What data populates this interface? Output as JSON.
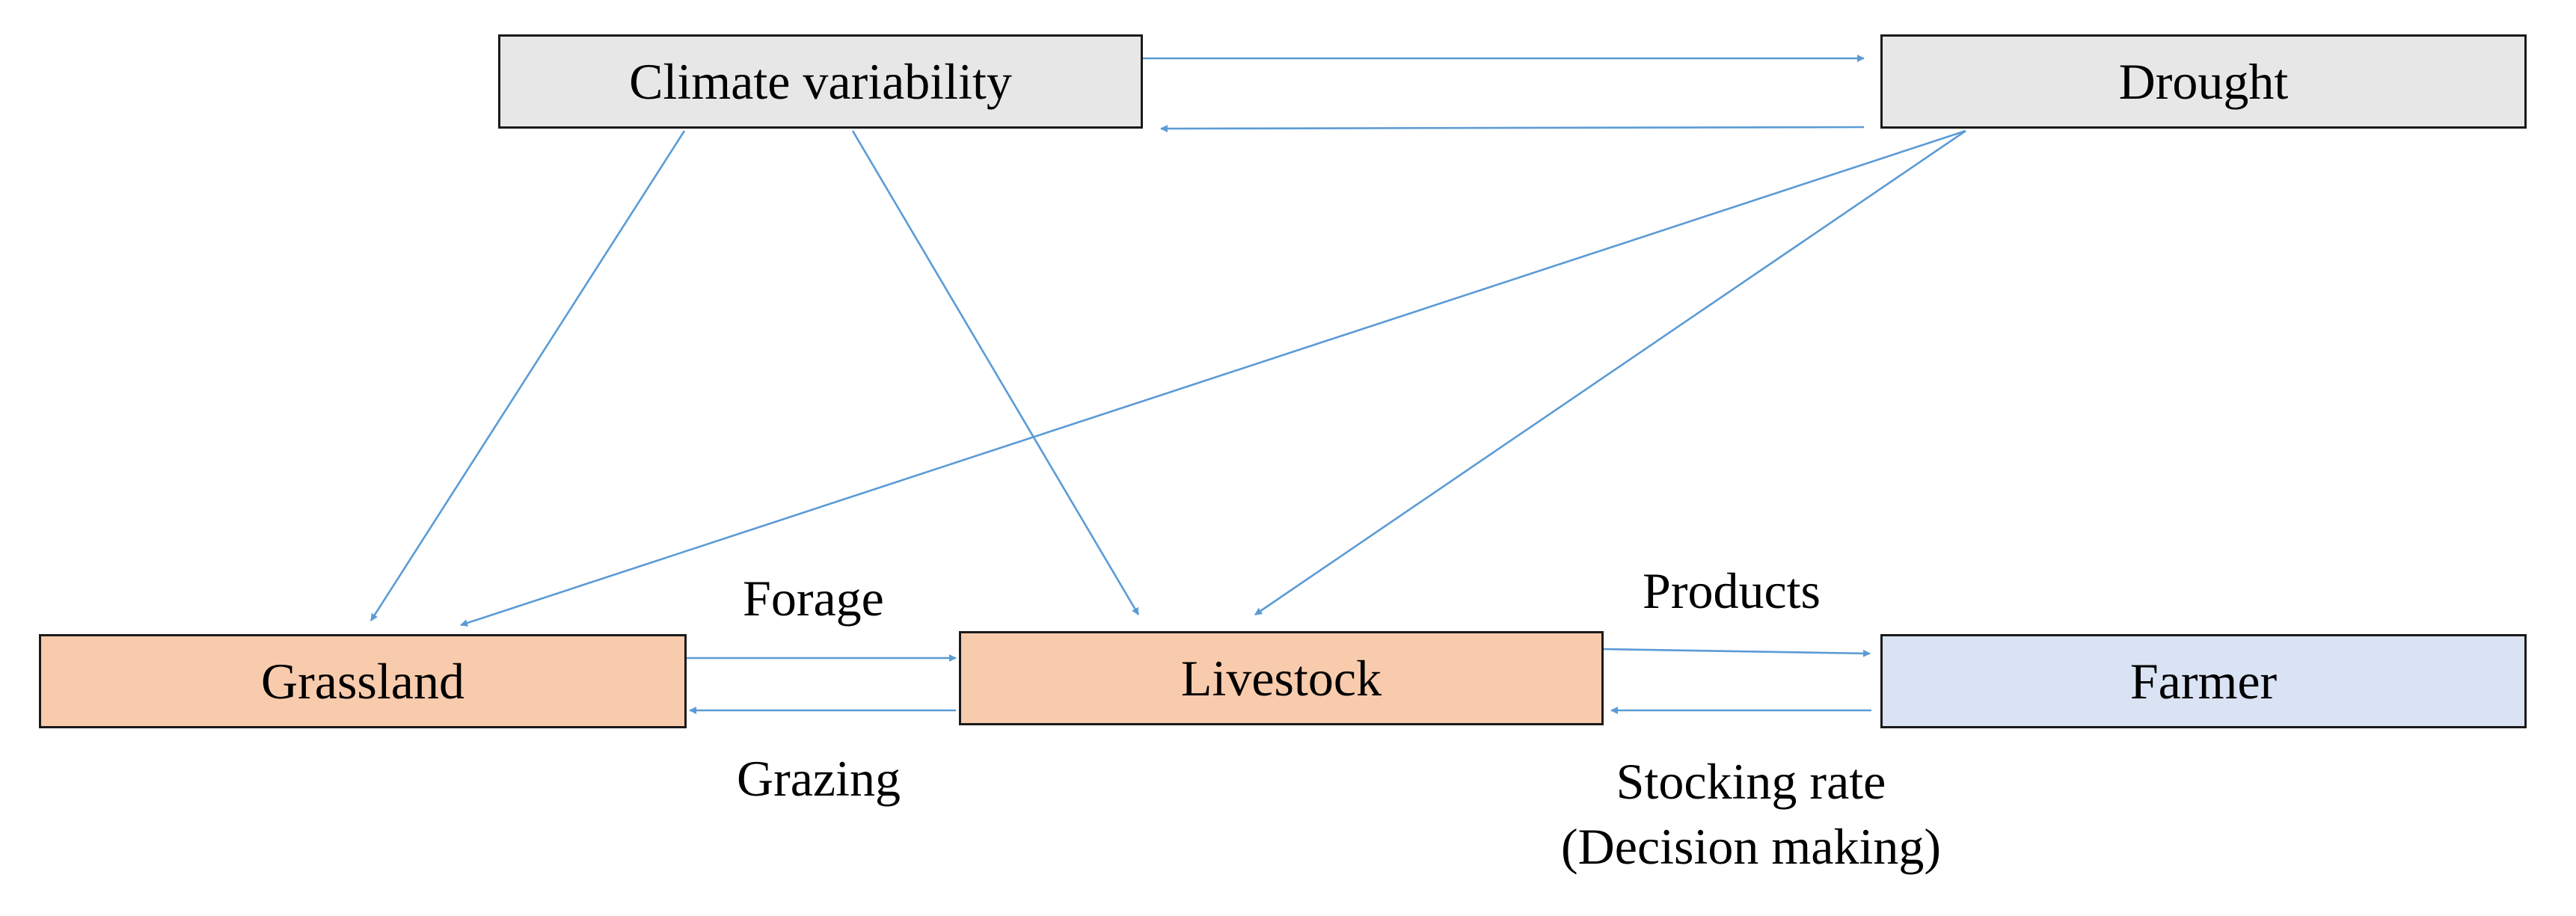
{
  "nodes": {
    "climate_variability": "Climate variability",
    "drought": "Drought",
    "grassland": "Grassland",
    "livestock": "Livestock",
    "farmer": "Farmer"
  },
  "edge_labels": {
    "forage": "Forage",
    "grazing": "Grazing",
    "products": "Products",
    "stocking_rate": "Stocking rate",
    "decision_making": "(Decision making)"
  },
  "colors": {
    "arrow": "#5b9bd5",
    "climate_node": "#e7e7e7",
    "drought_node": "#e7e7e7",
    "grassland_node": "#f8cbad",
    "livestock_node": "#f8cbad",
    "farmer_node": "#dae3f3"
  }
}
